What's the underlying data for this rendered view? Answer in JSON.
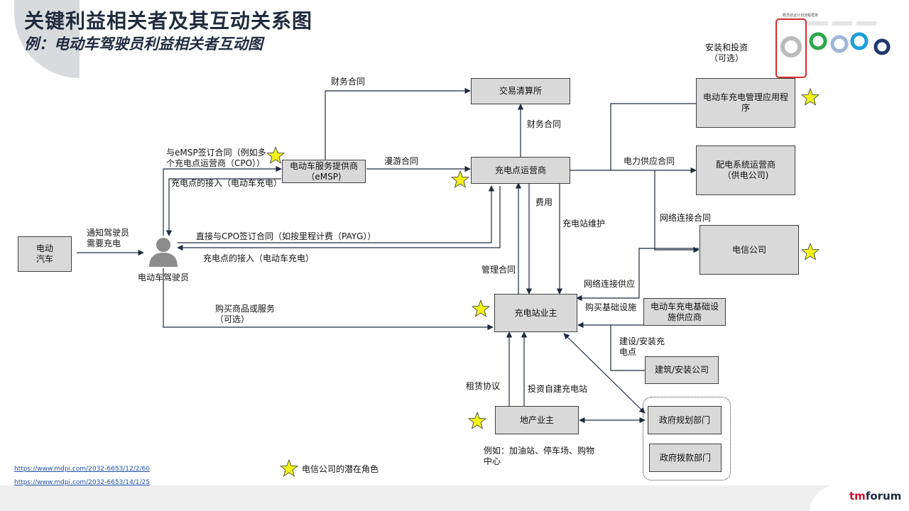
{
  "header": {
    "title": "关键利益相关者及其互动关系图",
    "subtitle": "例：电动车驾驶员利益相关者互动图"
  },
  "nodes": {
    "ev": "电动\n汽车",
    "driver": "电动车驾驶员",
    "emsp": "电动车服务提供商\n（eMSP)",
    "clearing": "交易清算所",
    "cpo": "充电点运营商",
    "app": "电动车充电管理应用程\n序",
    "dso": "配电系统运营商\n（供电公司)",
    "telco": "电信公司",
    "host": "充电站业主",
    "infra": "电动车充电基础设\n施供应商",
    "construction": "建筑/安装公司",
    "landlord": "地产业主",
    "gov_planning": "政府规划部门",
    "gov_funding": "政府拨款部门"
  },
  "edge_labels": {
    "notify": "通知驾驶员\n需要充电",
    "emsp_contract": "与eMSP签订合同（例如多\n个充电点运营商（CPO））",
    "access_emsp": "充电点的接入（电动车充电）",
    "finance1": "财务合同",
    "roaming": "漫游合同",
    "finance2": "财务合同",
    "install": "安装和投资\n（可选）",
    "power": "电力供应合同",
    "network_contract": "网络连接合同",
    "direct_cpo": "直接与CPO签订合同（如按里程计费（PAYG））",
    "access_direct": "充电点的接入（电动车充电）",
    "fee": "费用",
    "maintenance": "充电站维护",
    "management": "管理合同",
    "network_supply": "网络连接供应",
    "buy_infra": "购买基础设施",
    "buy_goods": "购买商品或服务\n（可选）",
    "build": "建设/安装充\n电点",
    "lease": "租赁协议",
    "self_invest": "投资自建充电站",
    "example": "例如：加油站、停车场、购物\n中心"
  },
  "legend": {
    "star_text": "电信公司的潜在角色",
    "star_color": "#f2f21a"
  },
  "references": [
    "https://www.mdpi.com/2032-6653/12/2/60",
    "https://www.mdpi.com/2032-6653/14/1/25"
  ],
  "thumbnail": {
    "title": "概念验证计划流程框架"
  },
  "brand": {
    "prefix": "tm",
    "suffix": "forum"
  }
}
